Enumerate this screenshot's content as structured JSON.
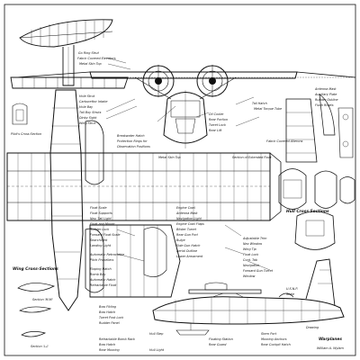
{
  "labels": {
    "l1": "Go Ring Strut",
    "l2": "Fabric Covered Elevators",
    "l3": "Metal Skin Top",
    "l4": "Hole Strut",
    "l5": "Carburettor Intake",
    "l6": "Hole Bay",
    "l7": "Tail Boy Struts",
    "l8": "Dinky Sight",
    "l9": "Wing Strut",
    "l10": "Breakwater Hatch",
    "l11": "Protection Rings for",
    "l12": "Observation Positions",
    "l13": "Metal Skin Top",
    "l14": "Oil Cooler",
    "l15": "Rear Portion",
    "l16": "Turret Lock",
    "l17": "Rear Lift",
    "l18": "Pilot's Cross Section",
    "l19": "Tail Hatch",
    "l20": "Metal Torque Tube",
    "l21": "Antenna Mast",
    "l22": "Auxiliary Plate",
    "l23": "Rudder Outline",
    "l24": "Flush Rivets",
    "l25": "Section of Extended Float",
    "l26": "Fabric Covered Ailerons",
    "l27": "Float Scale",
    "l28": "Float Supports",
    "l29": "Nav. Tail Light",
    "l30": "Float and Mount",
    "l31": "Rudder Lock",
    "l32": "Forward Float Scale",
    "l33": "Searchlight",
    "l34": "Landing Light",
    "l35": "Automatic Retractable",
    "l36": "Pitch Propellers",
    "l37": "Eloping Hatch",
    "l38": "Bomb Bay",
    "l39": "Automatic Hatch",
    "l40": "Retractable Float",
    "l41": "Engine Cowl",
    "l42": "Antenna Mast",
    "l43": "Navigation Light",
    "l44": "Engine Cowl Flaps",
    "l45": "Blister Turret",
    "l46": "Rear Gun Port",
    "l47": "Bulge",
    "l48": "Side Gun Hatch",
    "l49": "Aerial Outline",
    "l50": "Lower Armament",
    "l51": "Wing Cross-Sections",
    "l52": "Section 'M-M'",
    "l53": "Section 'L-L'",
    "l54": "Bow Fitting",
    "l55": "Bow Hatch",
    "l56": "Turret Post Lock",
    "l57": "Rudder Panel",
    "l58": "Retractable Bomb Rack",
    "l59": "Bow Hatch",
    "l60": "Rear Mooring",
    "l61": "Hull Cross Sections",
    "l62": "Adjustable Trim",
    "l63": "Nav Window",
    "l64": "Wing Tip",
    "l65": "Float Lock",
    "l66": "Cont. Tab",
    "l67": "Navigation",
    "l68": "Forward Gun Turret",
    "l69": "Window",
    "l70": "U.S.N.P.",
    "l71": "Scale",
    "l72": "Floating Station",
    "l73": "Rear Guard",
    "l74": "Stern Port",
    "l75": "Mooring Anchors",
    "l76": "Rear Cockpit Hatch",
    "l77": "Hull Step",
    "l78": "Hull Light",
    "l79": "Drawing"
  },
  "titles": {
    "credit": "William A. Wylam",
    "sheet": "Warplanes"
  }
}
